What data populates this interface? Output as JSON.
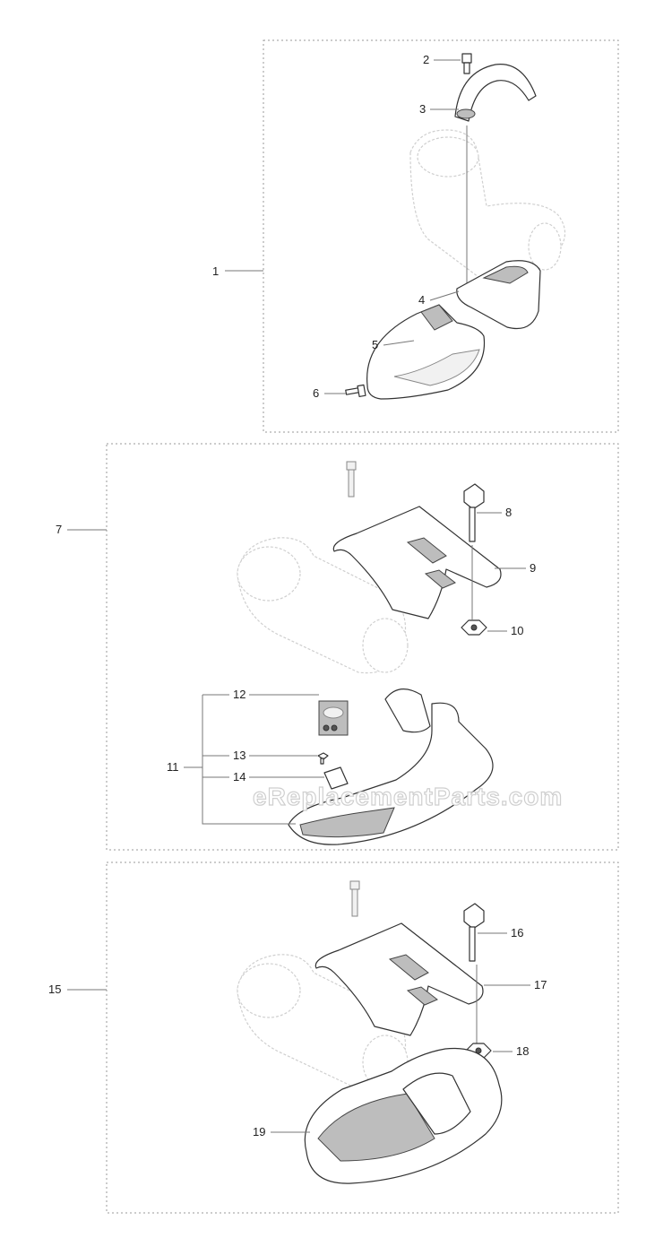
{
  "watermark": "eReplacementParts.com",
  "callouts": [
    "1",
    "2",
    "3",
    "4",
    "5",
    "6",
    "7",
    "8",
    "9",
    "10",
    "11",
    "12",
    "13",
    "14",
    "15",
    "16",
    "17",
    "18",
    "19"
  ],
  "colors": {
    "line": "#333333",
    "box": "#999999",
    "ghost": "#cfcfcf",
    "shade": "#bdbdbd"
  }
}
